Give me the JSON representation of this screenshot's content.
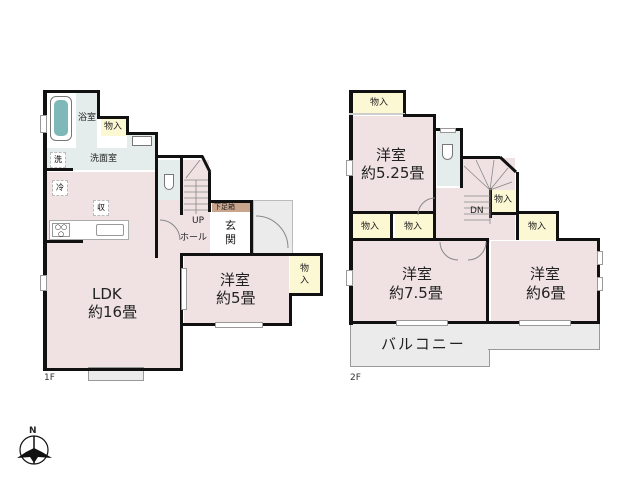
{
  "floor1": {
    "label": "1F",
    "rooms": {
      "bath": "浴室",
      "closet_bath": "物入",
      "washroom": "洗面室",
      "washer_tag": "洗",
      "fridge_tag": "冷",
      "storage_tag": "収",
      "ldk_name": "LDK",
      "ldk_size": "約16畳",
      "hall": "ホール",
      "stairs_up": "UP",
      "entrance_1": "玄",
      "entrance_2": "関",
      "shoe_box": "下足箱",
      "western_name": "洋室",
      "western_size": "約5畳",
      "closet_western_1": "物",
      "closet_western_2": "入"
    }
  },
  "floor2": {
    "label": "2F",
    "rooms": {
      "closet_top": "物入",
      "room_a_name": "洋室",
      "room_a_size": "約5.25畳",
      "stairs_down": "DN",
      "closet_stair": "物入",
      "closet_b1": "物入",
      "closet_b2": "物入",
      "room_b_name": "洋室",
      "room_b_size": "約7.5畳",
      "closet_c": "物入",
      "room_c_name": "洋室",
      "room_c_size": "約6畳",
      "balcony": "バルコニー"
    }
  },
  "compass": {
    "north": "N"
  },
  "colors": {
    "room_fill": "#f0e2e2",
    "wet_fill": "#e4ecec",
    "closet_fill": "#fdf8d4",
    "shoe_box_fill": "#c9a58c",
    "balcony_fill": "#ebebeb",
    "wall": "#111111"
  }
}
